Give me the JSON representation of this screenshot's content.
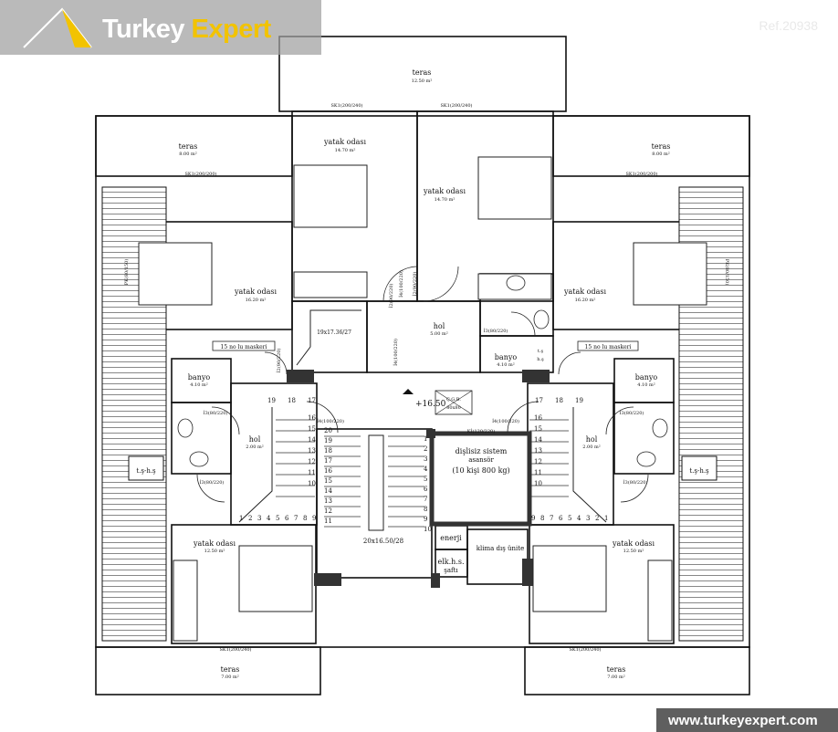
{
  "brand": {
    "word1": "Turkey",
    "word2": "Expert",
    "ref": "Ref.20938",
    "url": "www.turkeyexpert.com",
    "color_primary": "#f2c300",
    "color_overlay": "#a0a0a0"
  },
  "plan": {
    "rooms": {
      "teras_top": "teras",
      "teras_top_area": "12.50 m²",
      "teras_tl": "teras",
      "teras_tl_area": "8.00 m²",
      "teras_tr": "teras",
      "teras_tr_area": "8.00 m²",
      "yatak_top_l": "yatak odası",
      "yatak_top_l_area": "14.70 m²",
      "yatak_top_r": "yatak odası",
      "yatak_top_r_area": "14.70 m²",
      "yatak_ml": "yatak odası",
      "yatak_ml_area": "16.20 m²",
      "yatak_mr": "yatak odası",
      "yatak_mr_area": "16.20 m²",
      "hol_center": "hol",
      "hol_center_area": "5.00 m²",
      "banyo_center": "banyo",
      "banyo_center_area": "4.10 m²",
      "banyo_l": "banyo",
      "banyo_l_area": "4.10 m²",
      "banyo_r": "banyo",
      "banyo_r_area": "4.10 m²",
      "hol_l": "hol",
      "hol_l_area": "2.00 m²",
      "hol_r": "hol",
      "hol_r_area": "2.00 m²",
      "yatak_bl": "yatak odası",
      "yatak_bl_area": "12.50 m²",
      "yatak_br": "yatak odası",
      "yatak_br_area": "12.50 m²",
      "teras_bl": "teras",
      "teras_bl_area": "7.00 m²",
      "teras_br": "teras",
      "teras_br_area": "7.00 m²",
      "asansor": "dişlisiz sistem",
      "asansor2": "asansör",
      "asansor3": "(10 kişi 800 kg)",
      "enerji": "enerji",
      "elk": "elk.h.s.",
      "elk2": "şaftı",
      "klima": "klima dış ünite",
      "level": "+16.50",
      "stair_label": "20x16.50/28",
      "stair_small": "19x17.36/27",
      "sig": "Ç.G.B.",
      "sig2": "80x80",
      "tsh_l": "t.ş-h.ş",
      "tsh_r": "t.ş-h.ş",
      "maskeli_l": "15 no lu maskeri",
      "maskeli_r": "15 no lu maskeri",
      "ts_small": "t.ş",
      "ts_small2": "h.ş"
    },
    "windows": {
      "sk_top_l": "SK1(200/240)",
      "sk_top_r": "SK1(200/240)",
      "sk_tl": "SK1(200/200)",
      "sk_tr": "SK1(200/200)",
      "sk_bl": "SK1(200/240)",
      "sk_br": "SK1(200/240)",
      "pk_l": "PK(80/150)",
      "pk_r": "PK(80/150)"
    },
    "doors": {
      "d_mid_1": "İ2(90/220)",
      "d_mid_2": "İ4(100/220)",
      "d_mid_3": "İ2(90/220)",
      "d_mid_4": "İ2(90/220)",
      "d_mid_5": "İ4(100/220)",
      "d_mid_6": "İ4(100/220)",
      "d_mid_7": "İ4(100/220)",
      "d_lift": "Kİ(120/220)",
      "d_bath_c": "İ3(80/220)",
      "d_bath_l": "İ3(80/220)",
      "d_bath_l2": "İ3(80/220)",
      "d_bath_r": "İ3(80/220)",
      "d_bath_r2": "İ3(80/220)"
    },
    "stairs": {
      "left_top": [
        "19",
        "18",
        "17"
      ],
      "left_col": [
        "16",
        "15",
        "14",
        "13",
        "12",
        "11",
        "10"
      ],
      "left_bottom": [
        "1",
        "2",
        "3",
        "4",
        "5",
        "6",
        "7",
        "8",
        "9"
      ],
      "main_left": [
        "20",
        "19",
        "18",
        "17",
        "16",
        "15",
        "14",
        "13",
        "12",
        "11"
      ],
      "main_right": [
        "1",
        "2",
        "3",
        "4",
        "5",
        "6",
        "7",
        "8",
        "9",
        "10"
      ],
      "right_top": [
        "17",
        "18",
        "19"
      ],
      "right_col": [
        "16",
        "15",
        "14",
        "13",
        "12",
        "11",
        "10"
      ],
      "right_bottom": [
        "9",
        "8",
        "7",
        "6",
        "5",
        "4",
        "3",
        "2",
        "1"
      ]
    }
  }
}
